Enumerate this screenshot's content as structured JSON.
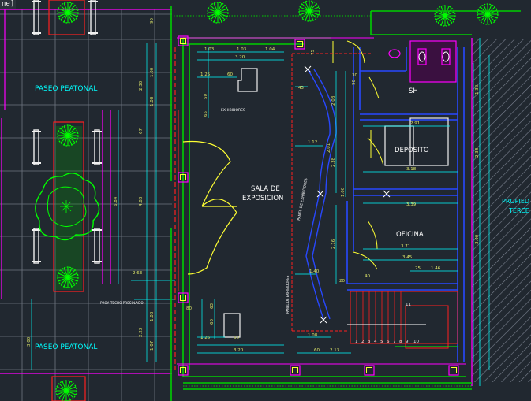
{
  "window": {
    "tab_fragment": "ne]"
  },
  "labels": {
    "paseo_top": "PASEO PEATONAL",
    "paseo_bottom": "PASEO PEATONAL",
    "sala_line1": "SALA DE",
    "sala_line2": "EXPOSICION",
    "sh": "SH",
    "deposito": "DEPOSITO",
    "oficina": "OFICINA",
    "propiedad_1": "PROPIED",
    "propiedad_2": "TERCE",
    "exhibidores": "EXHIBIDORES",
    "proy_techo": "PROY. TECHO PRESOLADO",
    "panel_vertical": "PANEL DE EXHIBIDORES",
    "panel_vertical_2": "PANEL DE EXHIBIDORES"
  },
  "dimensions": {
    "d_103a": "1.03",
    "d_103b": "1.03",
    "d_104": "1.04",
    "d_320_top": "3.20",
    "d_320_bot": "3.20",
    "d_125_top": "1.25",
    "d_125_bot": "1.25",
    "d_60a": "60",
    "d_60b": "60",
    "d_60c": "60",
    "d_50": "50",
    "d_65": "65",
    "d_63": "63",
    "d_230": "2.30",
    "d_108": "1.08",
    "d_100": "1.00",
    "d_488": "4.88",
    "d_684": "6.84",
    "d_67": "67",
    "d_45": "45",
    "d_112": "1.12",
    "d_208": "2.08",
    "d_201": "2.01",
    "d_238": "2.38",
    "d_216": "2.16",
    "d_90": "90",
    "d_291": "2.91",
    "d_318": "3.18",
    "d_339": "3.39",
    "d_371": "3.71",
    "d_345": "3.45",
    "d_146": "1.46",
    "d_25": "25",
    "d_263": "2.63",
    "d_223": "2.23",
    "d_107": "1.07",
    "d_213": "2.13",
    "d_20": "20",
    "d_30": "30",
    "d_75": "75",
    "d_40": "40",
    "d_80": "80",
    "d_300": "3.00",
    "d_140": "1.40",
    "d_130": "1.30"
  },
  "stairs": {
    "steps": [
      "1",
      "2",
      "3",
      "4",
      "5",
      "6",
      "7",
      "8",
      "9",
      "10"
    ],
    "up_mark": "11"
  },
  "colors": {
    "background": "#212830",
    "grid": "#6f7680",
    "wall": "#00d000",
    "magenta": "#ff00ff",
    "cyan": "#00ffff",
    "yellow": "#ffff33",
    "blue": "#2848ff",
    "red": "#ff2020",
    "white": "#f0f0f0"
  }
}
